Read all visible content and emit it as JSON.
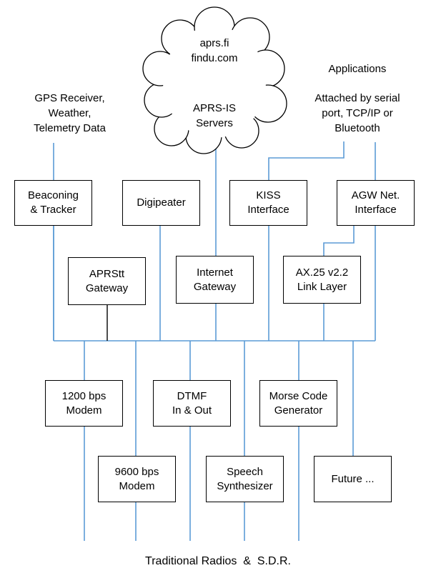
{
  "colors": {
    "box_line": "#000000",
    "connector": "#5b9bd5",
    "cloud_line": "#000000"
  },
  "cloud": {
    "line1": "aprs.fi",
    "line2": "findu.com",
    "line3": "APRS-IS",
    "line4": "Servers"
  },
  "labels": {
    "gps": [
      "GPS Receiver,",
      "Weather,",
      "Telemetry Data"
    ],
    "applications_title": "Applications",
    "applications_desc": [
      "Attached by serial",
      "port, TCP/IP or",
      "Bluetooth"
    ],
    "bottom": "Traditional Radios  &  S.D.R."
  },
  "boxes": {
    "beaconing": [
      "Beaconing",
      "& Tracker"
    ],
    "digipeater": [
      "Digipeater"
    ],
    "kiss": [
      "KISS",
      "Interface"
    ],
    "agw": [
      "AGW Net.",
      "Interface"
    ],
    "aprstt": [
      "APRStt",
      "Gateway"
    ],
    "internet": [
      "Internet",
      "Gateway"
    ],
    "ax25": [
      "AX.25 v2.2",
      "Link Layer"
    ],
    "modem1200": [
      "1200 bps",
      "Modem"
    ],
    "dtmf": [
      "DTMF",
      "In & Out"
    ],
    "morse": [
      "Morse Code",
      "Generator"
    ],
    "modem9600": [
      "9600 bps",
      "Modem"
    ],
    "speech": [
      "Speech",
      "Synthesizer"
    ],
    "future": [
      "Future ..."
    ]
  }
}
